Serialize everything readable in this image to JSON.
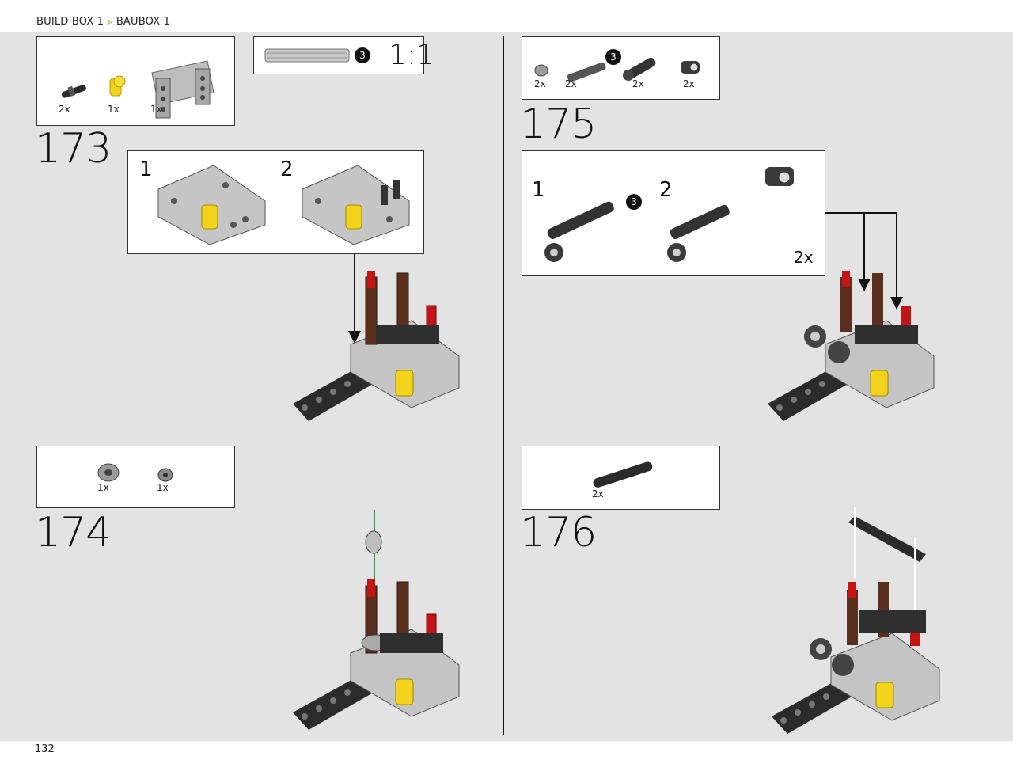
{
  "header": {
    "crumb_primary": "BUILD BOX 1",
    "crumb_secondary": "BAUBOX 1"
  },
  "footer": {
    "page_number": "132"
  },
  "steps": {
    "s173": {
      "number": "173",
      "parts": [
        {
          "qty": "2x",
          "icon": "black-pin-icon"
        },
        {
          "qty": "1x",
          "icon": "yellow-connector-icon"
        },
        {
          "qty": "1x",
          "icon": "grey-frame-icon"
        }
      ],
      "scale": {
        "label": "1:1",
        "badge": "3"
      },
      "sub_labels": [
        "1",
        "2"
      ]
    },
    "s174": {
      "number": "174",
      "parts": [
        {
          "qty": "1x",
          "icon": "bush-icon"
        },
        {
          "qty": "1x",
          "icon": "small-bush-icon"
        }
      ]
    },
    "s175": {
      "number": "175",
      "parts": [
        {
          "qty": "2x",
          "icon": "bush-icon"
        },
        {
          "qty": "2x",
          "icon": "axle-icon",
          "badge": "3"
        },
        {
          "qty": "2x",
          "icon": "angle-connector-icon"
        },
        {
          "qty": "2x",
          "icon": "cross-block-icon"
        }
      ],
      "sub_labels": [
        "1",
        "2"
      ],
      "sub_badge": "3",
      "multiplier": "2x"
    },
    "s176": {
      "number": "176",
      "parts": [
        {
          "qty": "2x",
          "icon": "beam-icon"
        }
      ]
    }
  }
}
